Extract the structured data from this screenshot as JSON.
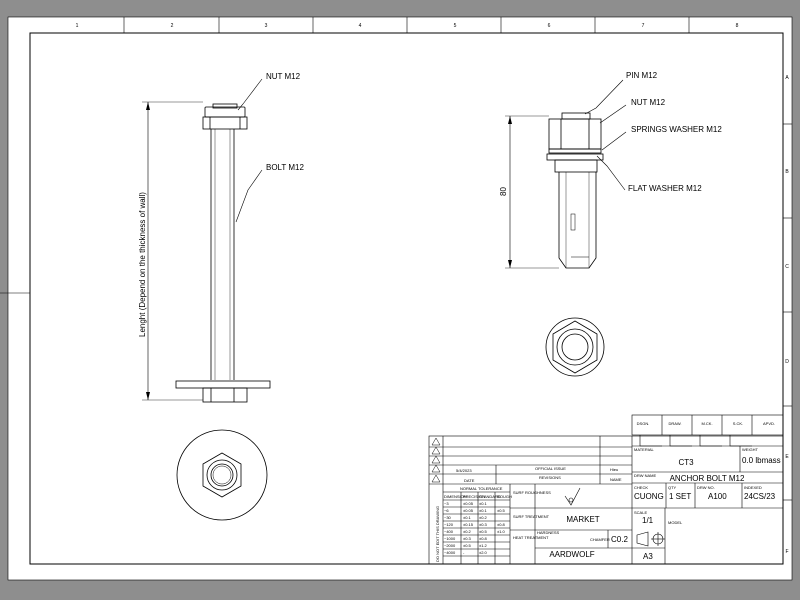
{
  "zones": {
    "columns": [
      "1",
      "2",
      "3",
      "4",
      "5",
      "6",
      "7",
      "8"
    ],
    "rows": [
      "A",
      "B",
      "C",
      "D",
      "E",
      "F"
    ]
  },
  "left_view": {
    "nut_label": "NUT M12",
    "bolt_label": "BOLT M12",
    "length_label": "Lenght (Depend on the thickness of wall)"
  },
  "right_view": {
    "pin_label": "PIN M12",
    "nut_label": "NUT M12",
    "spring_washer_label": "SPRINGS WASHER M12",
    "flat_washer_label": "FLAT WASHER M12",
    "dimension": "80"
  },
  "approvals": [
    "DSGN.",
    "DRAW.",
    "M.CK.",
    "S.CK.",
    "APVD."
  ],
  "title_block": {
    "material_caption": "MATERIAL",
    "material": "CT3",
    "weight_caption": "WEIGHT",
    "weight": "0.0 lbmass",
    "drw_name_caption": "DRW NAME",
    "drw_name": "ANCHOR BOLT M12",
    "check_caption": "CHECK",
    "check": "CUONG",
    "qty_caption": "QTY",
    "qty": "1 SET",
    "drw_no_caption": "DRW NO.",
    "drw_no": "A100",
    "index_caption": "INDEXED",
    "index": "24CS/23",
    "scale_caption": "SCALE",
    "scale": "1/1",
    "model_caption": "MODEL",
    "size": "A3"
  },
  "revisions": {
    "date_value": "5/4/2023",
    "official_issue": "OFFICIAL ISSUE",
    "name_value": "Hieu",
    "revisions_caption": "REVISIONS",
    "date_caption": "DATE",
    "name_caption": "NAME",
    "marks": [
      "A",
      "A",
      "A",
      "A",
      "A"
    ]
  },
  "tolerance": {
    "side_label": "DO NOT EDIT THIS DRAWING",
    "title": "NORMAL TOLERANCE",
    "headers": [
      "DIMENSION",
      "PRECISION",
      "STANDARD",
      "ROUGH"
    ],
    "rows": [
      [
        "~3",
        "±0.05",
        "±0.1",
        ""
      ],
      [
        "~6",
        "±0.05",
        "±0.1",
        "±0.5"
      ],
      [
        "~30",
        "±0.1",
        "±0.2",
        ""
      ],
      [
        "~120",
        "±0.15",
        "±0.3",
        "±0.8"
      ],
      [
        "~400",
        "±0.2",
        "±0.5",
        "±1.0"
      ],
      [
        "~1000",
        "±0.3",
        "±0.8",
        ""
      ],
      [
        "~2000",
        "±0.5",
        "±1.2",
        ""
      ],
      [
        "~4000",
        "-",
        "±2.0",
        ""
      ]
    ]
  },
  "process": {
    "surf_roughness": "SURF ROUGHNESS",
    "surf_treatment": "SURF TREATMENT",
    "market": "MARKET",
    "heat_treatment": "HEAT TREATMENT",
    "hardness": "HARDNESS",
    "chamfer_caption": "CHAMFER",
    "chamfer": "C0.2",
    "company": "AARDWOLF"
  }
}
